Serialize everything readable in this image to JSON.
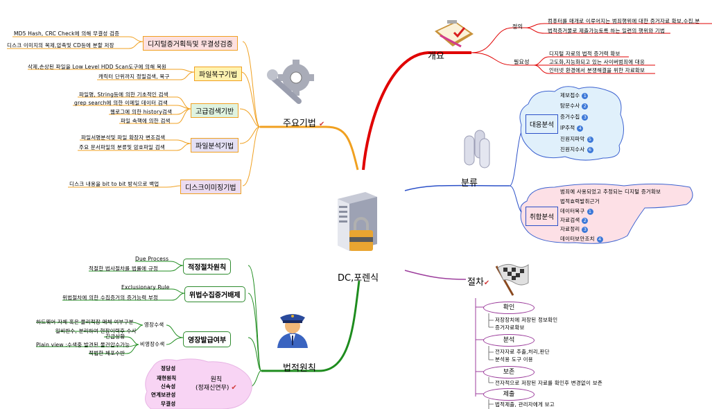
{
  "central": {
    "label": "DC,포렌식",
    "icon": "server-lock-icon"
  },
  "branches": {
    "overview": {
      "label": "개요",
      "icon": "clipboard-check-icon",
      "color": "#e00000",
      "groups": [
        {
          "label": "정의",
          "items": [
            "컴퓨터를 매개로 이루어지는 범죄행위에 대한 증거자료 확보,수집,분",
            "법적증거물로 제출가능토록 하는 일련의 행위와 기법"
          ]
        },
        {
          "label": "필요성",
          "items": [
            "디지털 자료의 법적 증거력 확보",
            "고도화,지능화되고 있는 사이버범죄에 대응",
            "인터넷 환경에서 분쟁해결을 위한 자료확보"
          ]
        }
      ]
    },
    "classification": {
      "label": "분류",
      "icon": "test-tubes-icon",
      "color": "#2b50c8",
      "groups": [
        {
          "label": "대응분석",
          "items": [
            {
              "label": "제보접수",
              "badge": "1"
            },
            {
              "label": "탐문수사",
              "badge": "2"
            },
            {
              "label": "증거수집",
              "badge": "3"
            },
            {
              "label": "IP추적",
              "badge": "4"
            },
            {
              "label": "진원지파악",
              "badge": "5"
            },
            {
              "label": "진원지수사",
              "badge": "6"
            }
          ]
        },
        {
          "label": "취합분석",
          "items": [
            {
              "label": "범죄에 사용되었고 추정되는 디지털 증거확보",
              "badge": ""
            },
            {
              "label": "법적효력발취근거",
              "badge": ""
            },
            {
              "label": "데이터복구",
              "badge": "1"
            },
            {
              "label": "자료검색",
              "badge": "2"
            },
            {
              "label": "자료정리",
              "badge": "3"
            },
            {
              "label": "데이터보안조치",
              "badge": "4"
            }
          ]
        }
      ]
    },
    "procedure": {
      "label": "절차",
      "icon": "checkered-flag-icon",
      "color": "#9c3d9c",
      "checked": true,
      "steps": [
        {
          "label": "확인",
          "items": [
            "저장장치에 저장된 정보확인",
            "증거자료확보"
          ]
        },
        {
          "label": "분석",
          "items": [
            "전자자료 추출,처리,판단",
            "분석용 도구 이용"
          ]
        },
        {
          "label": "보존",
          "items": [
            "전자적으로 저장된 자료를 확인후 변경없이 보존"
          ]
        },
        {
          "label": "제출",
          "items": [
            "법적제출, 관리자에게 보고"
          ]
        }
      ]
    },
    "techniques": {
      "label": "주요기법",
      "icon": "gear-wrench-icon",
      "color": "#f0a020",
      "checked": true,
      "groups": [
        {
          "label": "디지털증거획득및 무결성검증",
          "fill": "#fde0e0",
          "items": [
            "MD5 Hash, CRC Check에 의해 무결성 검증",
            "디스크 이미지의 복제,압축및 CD등에 분할 저장"
          ]
        },
        {
          "label": "파일복구기법",
          "fill": "#fff3b0",
          "items": [
            "삭제,손상된 파일을 Low Level HDD Scan도구에 의해 복원",
            "캐릭터 단위까지 정밀검색, 복구"
          ]
        },
        {
          "label": "고급검색기반",
          "fill": "#dff3e0",
          "items": [
            "파일명, String등에 의한 기초적인 검색",
            "grep search에 의한 이메일 데이터 검색",
            "웹로그에 의한 history검색",
            "파일 속핵에 의한 검색"
          ]
        },
        {
          "label": "파일분석기법",
          "fill": "#e4e0f4",
          "items": [
            "파일서명분석및 파일 확장자 변조검색",
            "주요 문서파일의 분류및 암호파일 검색"
          ]
        },
        {
          "label": "디스크이미징기법",
          "fill": "#ecdcf0",
          "items": [
            "디스크 내용을 bit to bit 방식으로 백업"
          ]
        }
      ]
    },
    "legal": {
      "label": "법적원칙",
      "icon": "police-officer-icon",
      "color": "#1e8c1e",
      "groups": [
        {
          "label": "적정절차원칙",
          "items": [
            "Due Process",
            "적절한 법사절차를 법률에 규정"
          ]
        },
        {
          "label": "위법수집증거배제",
          "items": [
            "Exclusionary Rule",
            "위법절차에 의한 수집증거의 증거능력 부정"
          ]
        },
        {
          "label": "영장발급여부",
          "subgroups": [
            {
              "label": "영장수색",
              "items": [
                "하드웨어 자체 혹은 물리적장 매체 여부구분",
                "일비반수, 분리하여 현장이력후 수사"
              ]
            },
            {
              "label": "비영장수색",
              "items": [
                "긴급상황",
                "Plain view :수색중 발견된 물건압수가능",
                "적법한 체포수반"
              ]
            }
          ]
        },
        {
          "label": "원칙\n(정재신연무)",
          "line1": "원칙",
          "line2": "(정재신연무)",
          "checked": true,
          "items": [
            "정당성",
            "재현원칙",
            "신속성",
            "연계보관성",
            "무결성"
          ]
        }
      ]
    }
  }
}
